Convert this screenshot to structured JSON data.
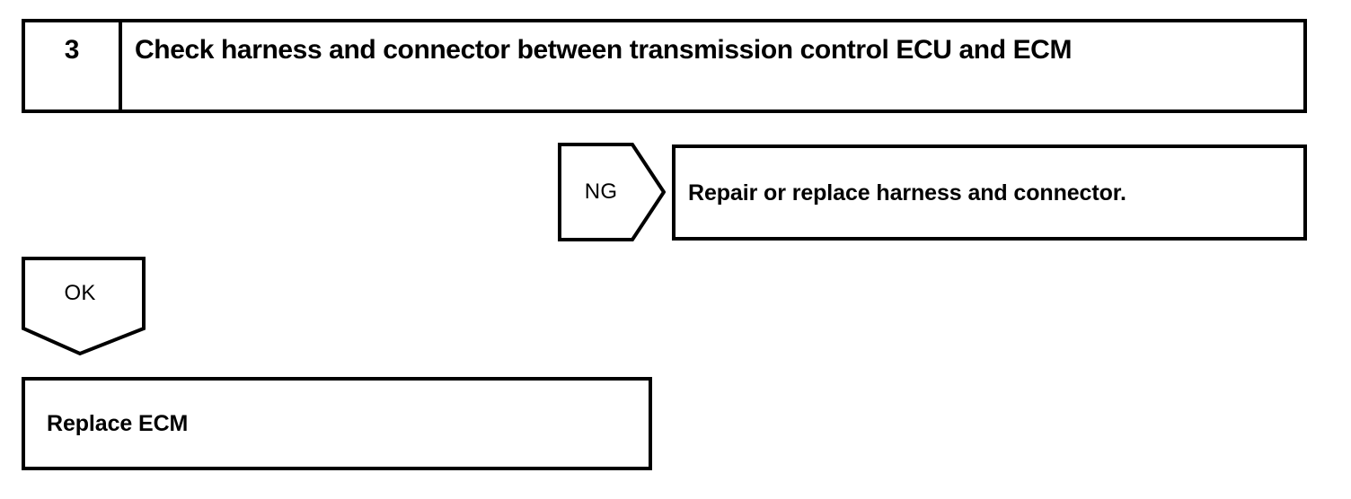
{
  "diagram": {
    "type": "troubleshooting-flowchart",
    "line_color": "#000000",
    "background_color": "#ffffff",
    "step": {
      "number": "3",
      "title": "Check harness and connector between transmission control ECU and ECM"
    },
    "branches": [
      {
        "tag": "NG",
        "direction": "right",
        "result": "Repair or replace harness and connector."
      },
      {
        "tag": "OK",
        "direction": "down",
        "result": "Replace ECM"
      }
    ]
  }
}
